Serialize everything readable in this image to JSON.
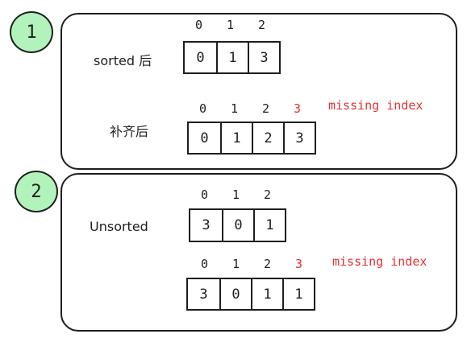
{
  "steps": [
    "1",
    "2"
  ],
  "panel1": {
    "row1": {
      "label": "sorted 后",
      "indices": [
        "0",
        "1",
        "2"
      ],
      "cells": [
        "0",
        "1",
        "3"
      ]
    },
    "row2": {
      "label": "补齐后",
      "indices": [
        "0",
        "1",
        "2",
        "3"
      ],
      "cells": [
        "0",
        "1",
        "2",
        "3"
      ],
      "note": "missing index"
    }
  },
  "panel2": {
    "row1": {
      "label": "Unsorted",
      "indices": [
        "0",
        "1",
        "2"
      ],
      "cells": [
        "3",
        "0",
        "1"
      ]
    },
    "row2": {
      "indices": [
        "0",
        "1",
        "2",
        "3"
      ],
      "cells": [
        "3",
        "0",
        "1",
        "1"
      ],
      "note": "missing index"
    }
  },
  "colors": {
    "highlight": "#e03131",
    "badge": "#b2f2bb",
    "stroke": "#1e1e1e"
  }
}
